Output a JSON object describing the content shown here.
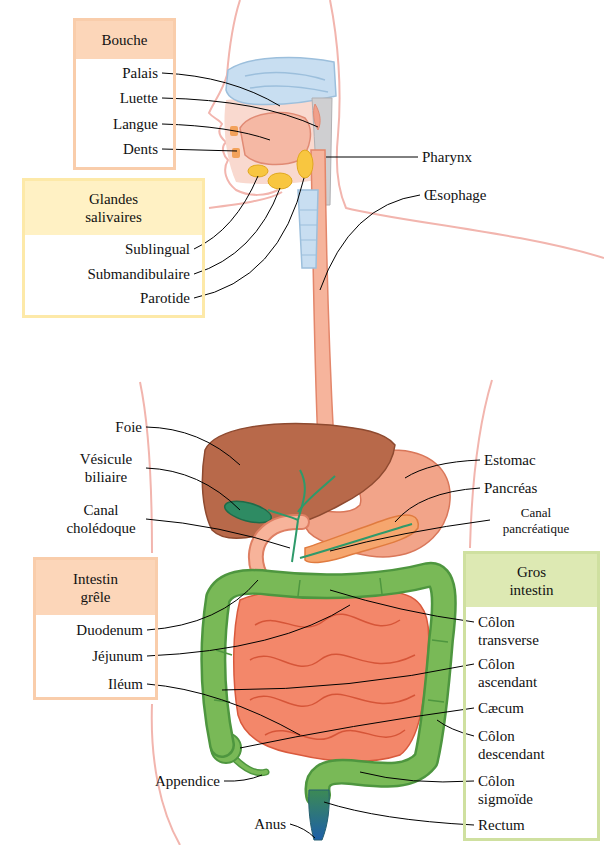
{
  "diagram": {
    "nodes": [
      {
        "text": [
          "Bouche",
          "Palais",
          "Luette",
          "Langue",
          "Dents"
        ]
      },
      {
        "text": [
          "Glandes salivaires",
          "Sublingual",
          "Submandibulaire",
          "Parotide"
        ]
      },
      {
        "text": [
          "Intestin grêle",
          "Duodenum",
          "Jéjunum",
          "Iléum"
        ]
      },
      {
        "text": [
          "Gros intestin",
          "Côlon transverse",
          "Côlon ascendant",
          "Cæcum",
          "Côlon descendant",
          "Côlon sigmoïde",
          "Rectum"
        ]
      }
    ],
    "labels": [
      "Pharynx",
      "Œsophage",
      "Foie",
      "Vésicule biliaire",
      "Estomac",
      "Pancréas",
      "Canal pancréatique",
      "Canal cholédoque",
      "Appendice",
      "Anus"
    ]
  }
}
